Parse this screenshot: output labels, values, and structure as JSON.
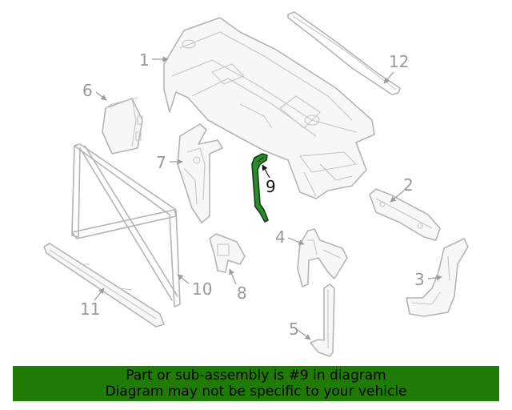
{
  "diagram": {
    "highlighted_part": "9",
    "highlight_color": "#2f8a2f",
    "callouts": [
      "1",
      "2",
      "3",
      "4",
      "5",
      "6",
      "7",
      "8",
      "9",
      "10",
      "11",
      "12"
    ]
  },
  "banner": {
    "line1": "Part or sub-assembly is #9 in diagram",
    "line2": "Diagram may not be specific to your vehicle",
    "background": "#1f7a06"
  }
}
